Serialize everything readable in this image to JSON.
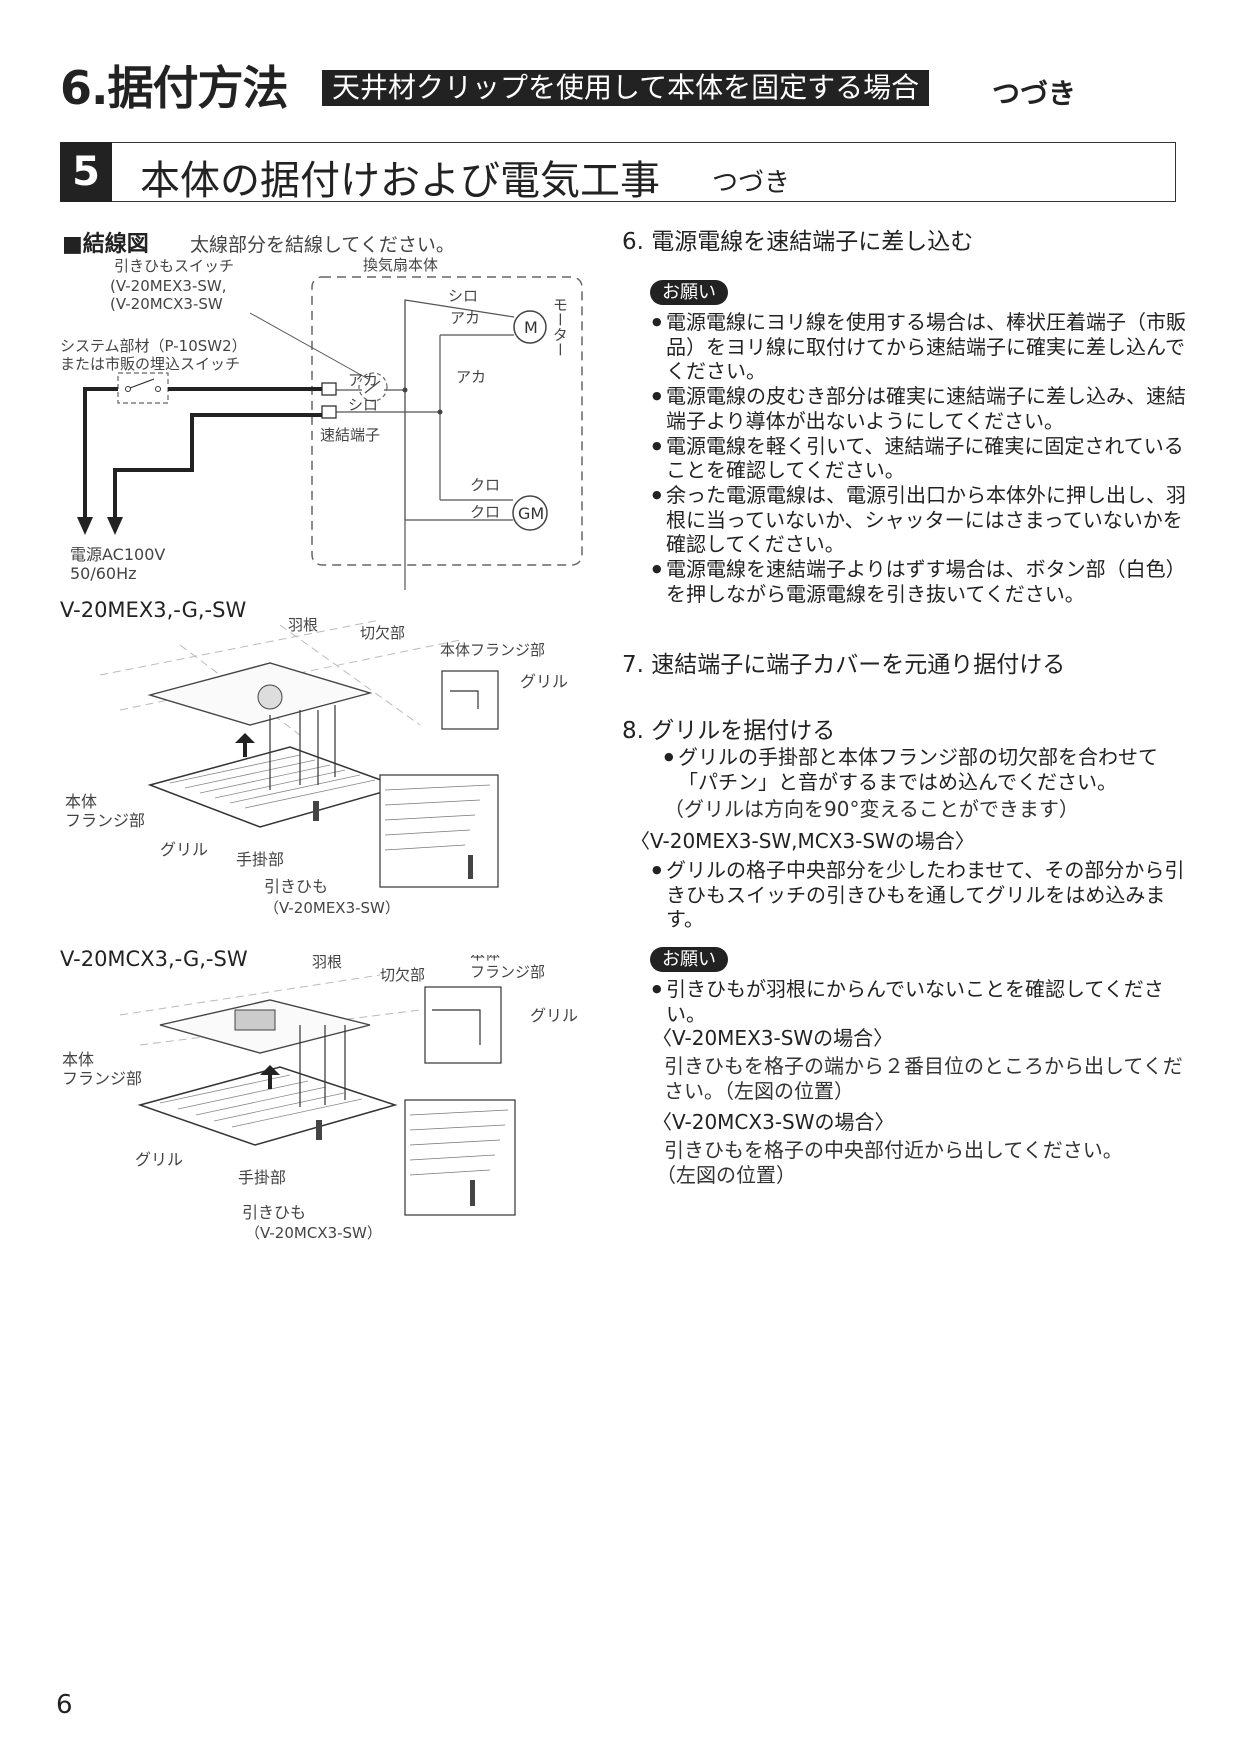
{
  "header": {
    "section_num": "6.据付方法",
    "badge": "天井材クリップを使用して本体を固定する場合",
    "continued": "つづき"
  },
  "step": {
    "number": "5",
    "title": "本体の据付けおよび電気工事",
    "continued": "つづき"
  },
  "wiring": {
    "heading": "■結線図",
    "subheading": "太線部分を結線してください。",
    "body_label": "換気扇本体",
    "pull_switch": [
      "引きひもスイッチ",
      "(V-20MEX3-SW,",
      "(V-20MCX3-SW"
    ],
    "system_part": [
      "システム部材（P-10SW2）",
      "または市販の埋込スイッチ"
    ],
    "power": [
      "電源AC100V",
      "50/60Hz"
    ],
    "terminal": "速結端子",
    "aka": "アカ",
    "shiro": "シロ",
    "kuro": "クロ",
    "motor_label": "モーター",
    "m": "M",
    "gm": "GM"
  },
  "fig1": {
    "model": "V-20MEX3,-G,-SW",
    "hane": "羽根",
    "kirikaki": "切欠部",
    "flange_top": "本体フランジ部",
    "grille_r": "グリル",
    "flange_left": [
      "本体",
      "フランジ部"
    ],
    "grille": "グリル",
    "tekake": "手掛部",
    "pull": "引きひも",
    "pull_model": "（V-20MEX3-SW）"
  },
  "fig2": {
    "model": "V-20MCX3,-G,-SW",
    "hane": "羽根",
    "kirikaki": "切欠部",
    "flange_top": [
      "本体",
      "フランジ部"
    ],
    "grille_r": "グリル",
    "flange_left": [
      "本体",
      "フランジ部"
    ],
    "grille": "グリル",
    "tekake": "手掛部",
    "pull": "引きひも",
    "pull_model": "（V-20MCX3-SW）"
  },
  "right": {
    "s6_title": "6. 電源電線を速結端子に差し込む",
    "onegai": "お願い",
    "s6_items": [
      "電源電線にヨリ線を使用する場合は、棒状圧着端子（市販品）をヨリ線に取付けてから速結端子に確実に差し込んでください。",
      "電源電線の皮むき部分は確実に速結端子に差し込み、速結端子より導体が出ないようにしてください。",
      "電源電線を軽く引いて、速結端子に確実に固定されていることを確認してください。",
      "余った電源電線は、電源引出口から本体外に押し出し、羽根に当っていないか、シャッターにはさまっていないかを確認してください。",
      "電源電線を速結端子よりはずす場合は、ボタン部（白色）を押しながら電源電線を引き抜いてください。"
    ],
    "s7_title": "7. 速結端子に端子カバーを元通り据付ける",
    "s8_title": "8. グリルを据付ける",
    "s8_item": "グリルの手掛部と本体フランジ部の切欠部を合わせて「パチン」と音がするまではめ込んでください。",
    "s8_note": "（グリルは方向を90°変えることができます）",
    "s8_case_head": "〈V-20MEX3-SW,MCX3-SWの場合〉",
    "s8_case_item": "グリルの格子中央部分を少したわませて、その部分から引きひもスイッチの引きひもを通してグリルをはめ込みます。",
    "onegai2": "お願い",
    "s8_onegai_item": "引きひもが羽根にからんでいないことを確認してください。",
    "mex_head": "〈V-20MEX3-SWの場合〉",
    "mex_text": "引きひもを格子の端から２番目位のところから出してください。（左図の位置）",
    "mcx_head": "〈V-20MCX3-SWの場合〉",
    "mcx_text": "引きひもを格子の中央部付近から出してください。",
    "mcx_note": "（左図の位置）"
  },
  "page_number": "6"
}
